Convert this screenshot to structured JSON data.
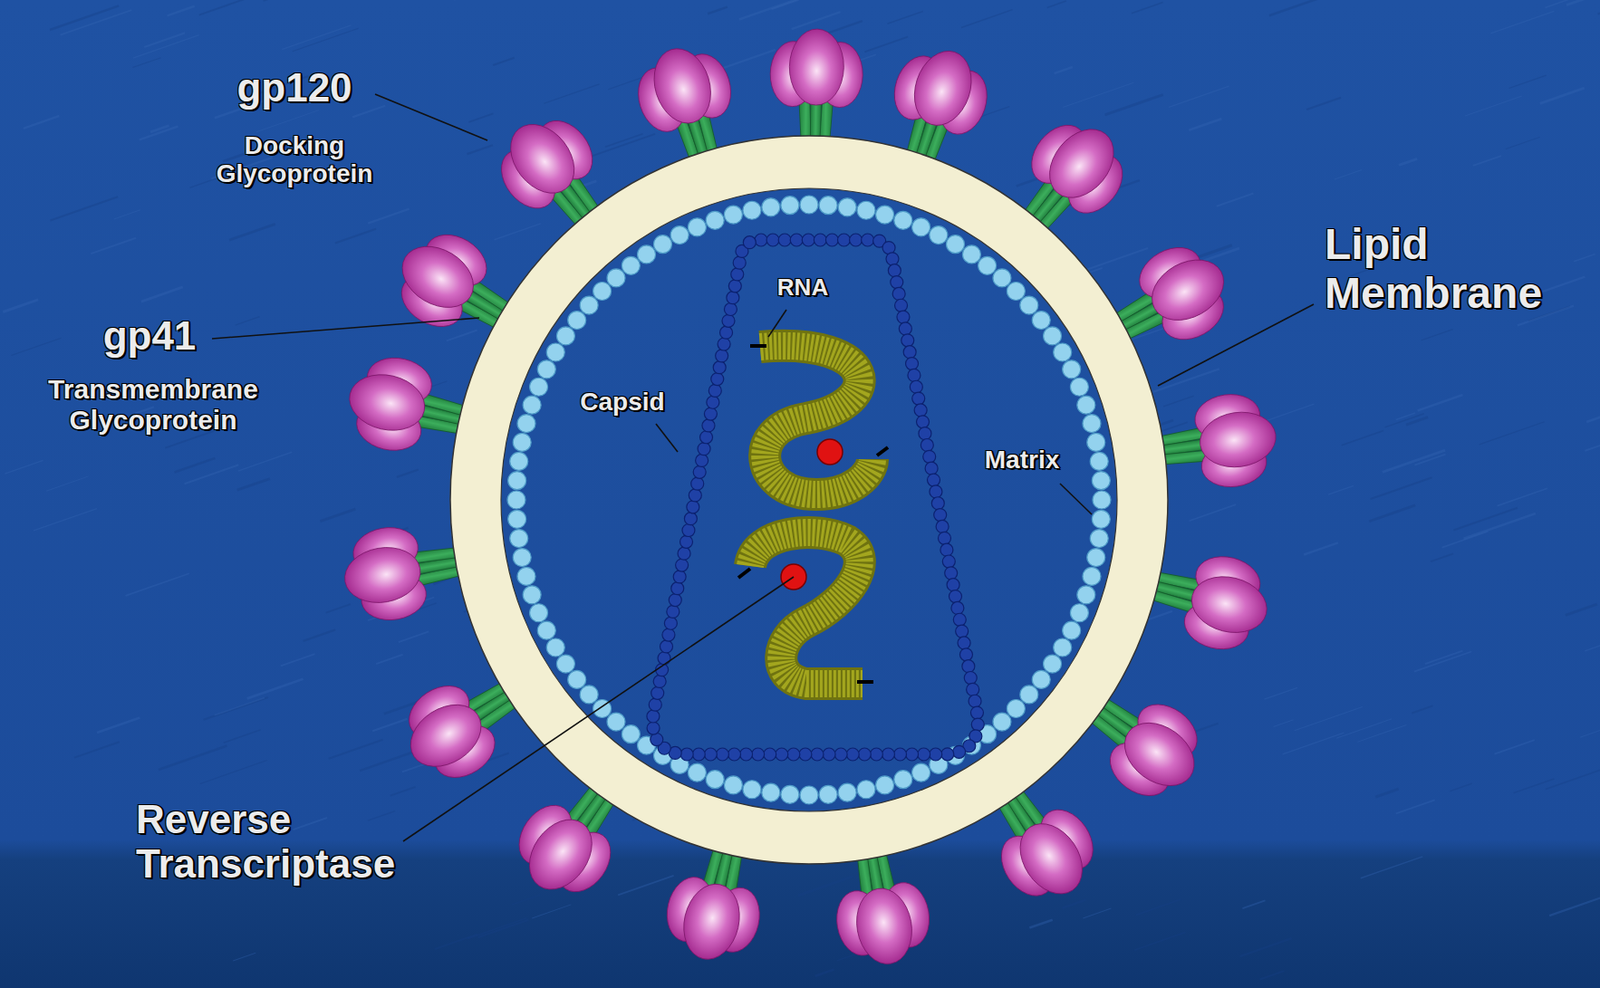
{
  "diagram": {
    "labels": [
      "gp120",
      "Docking Glycoprotein",
      "gp41",
      "Transmembrane Glycoprotein",
      "Lipid Membrane",
      "RNA",
      "Capsid",
      "Matrix",
      "Reverse Transcriptase"
    ]
  }
}
